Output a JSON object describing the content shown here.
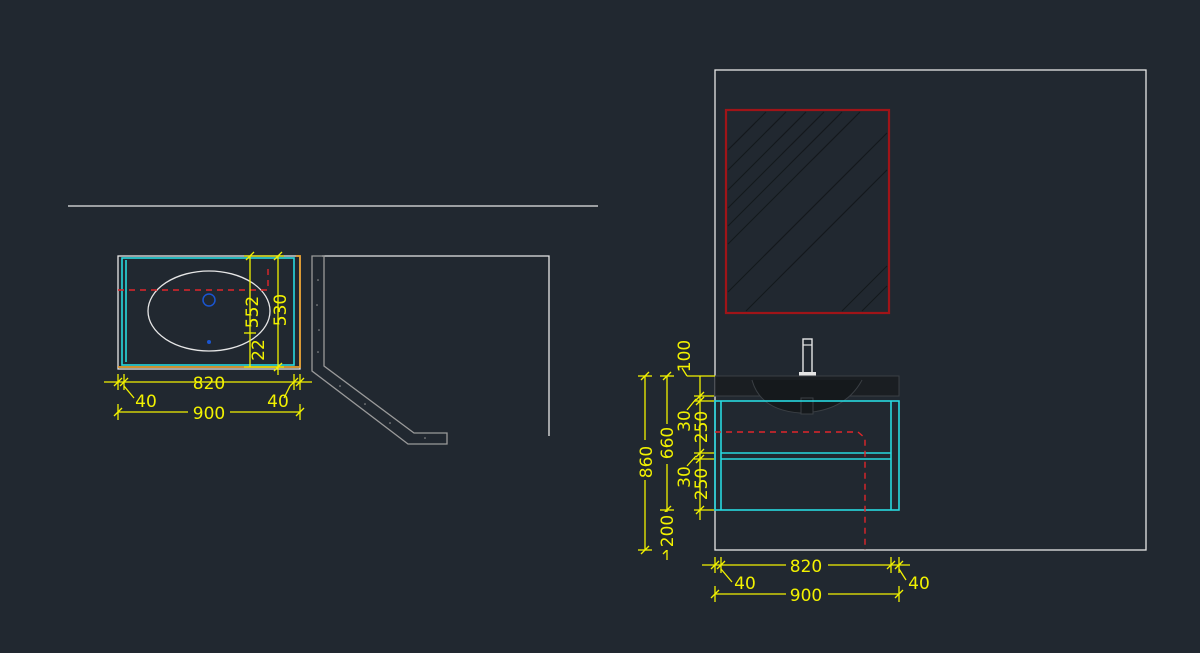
{
  "plan_view": {
    "dims": {
      "width_inner": "820",
      "width_total": "900",
      "side_left": "40",
      "side_right": "40",
      "depth_a": "552",
      "depth_b": "530",
      "depth_c": "22"
    }
  },
  "elevation_view": {
    "dims": {
      "total_height": "860",
      "cabinet_height": "660",
      "counter_thickness": "100",
      "gap_top": "30",
      "drawer_top": "250",
      "gap_mid": "30",
      "drawer_bottom": "250",
      "leg_height": "200",
      "width_inner": "820",
      "width_total": "900",
      "side_left": "40",
      "side_right": "40"
    }
  },
  "colors": {
    "background": "#212830",
    "dimension": "#f2f200",
    "cabinet": "#27d9e0",
    "mirror": "#a01418",
    "hidden_line": "#e0262a",
    "outline": "#e6e6e6"
  }
}
